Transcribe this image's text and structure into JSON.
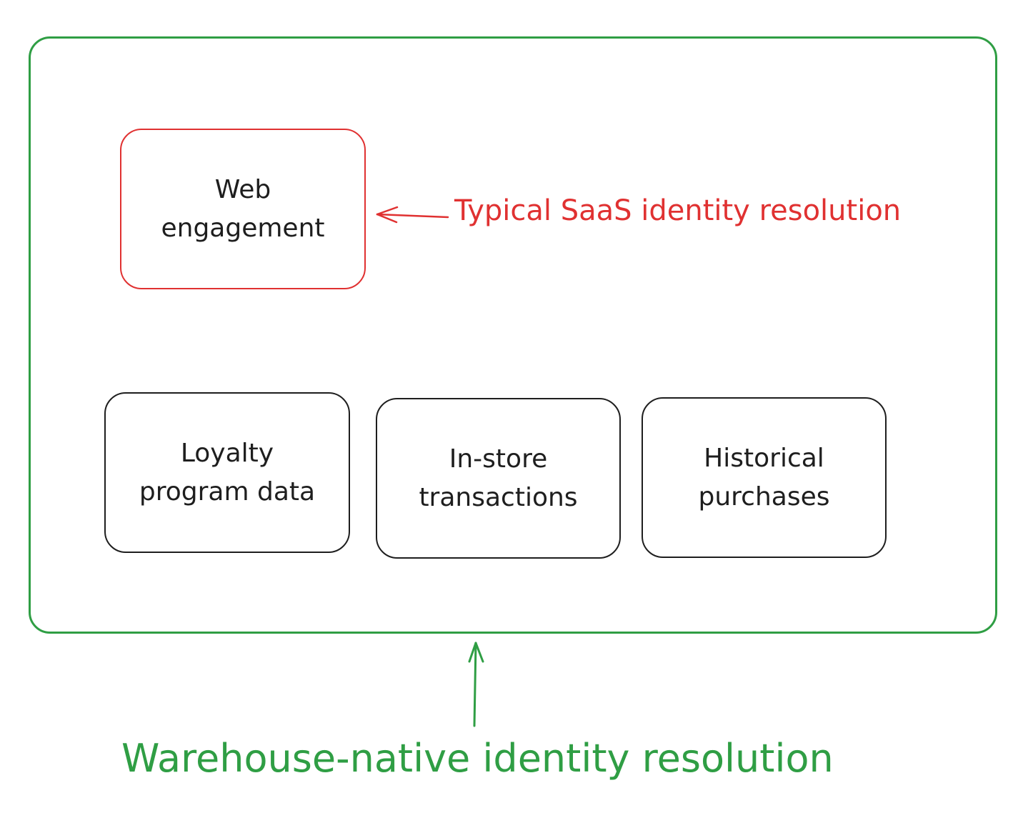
{
  "colors": {
    "warehouse_green": "#2f9e44",
    "saas_red": "#e03131",
    "ink": "#1e1e1e"
  },
  "nodes": {
    "web_engagement": "Web\nengagement",
    "loyalty": "Loyalty\nprogram data",
    "instore": "In-store\ntransactions",
    "historical": "Historical\npurchases"
  },
  "labels": {
    "saas": "Typical SaaS identity resolution",
    "warehouse": "Warehouse-native identity resolution"
  }
}
